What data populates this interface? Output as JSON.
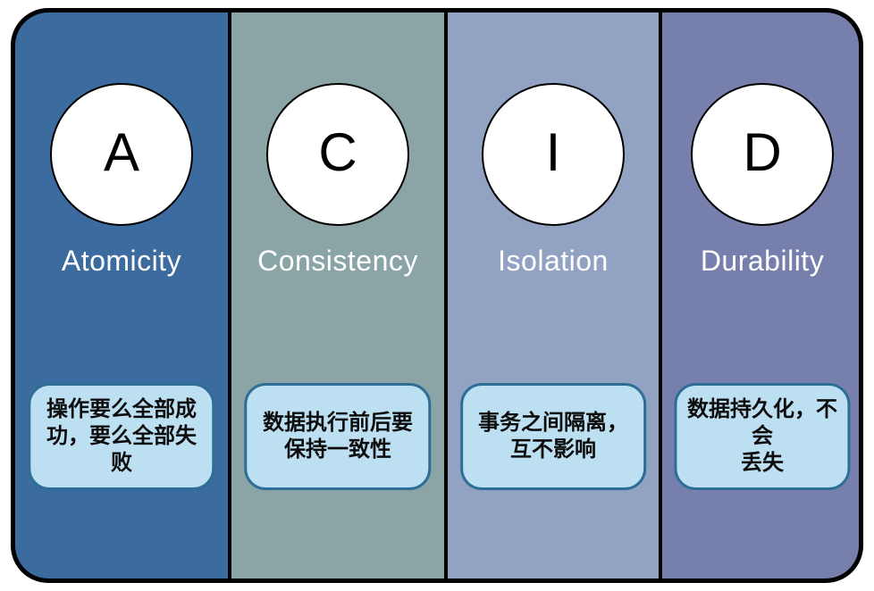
{
  "diagram": {
    "topic": "ACID",
    "colors": {
      "frame_border": "#000000",
      "note_fill": "#BDDFF2",
      "note_border": "#2E6E96",
      "label_text": "#FFFFFF",
      "letter_text": "#000000"
    },
    "columns": [
      {
        "letter": "A",
        "label": "Atomicity",
        "note": "操作要么全部成\n功，要么全部失败",
        "bg": "#3C6BA0"
      },
      {
        "letter": "C",
        "label": "Consistency",
        "note": "数据执行前后要\n保持一致性",
        "bg": "#8BA4A6"
      },
      {
        "letter": "I",
        "label": "Isolation",
        "note": "事务之间隔离，\n互不影响",
        "bg": "#91A2C3"
      },
      {
        "letter": "D",
        "label": "Durability",
        "note": "数据持久化，不会\n丢失",
        "bg": "#7780AD"
      }
    ]
  }
}
